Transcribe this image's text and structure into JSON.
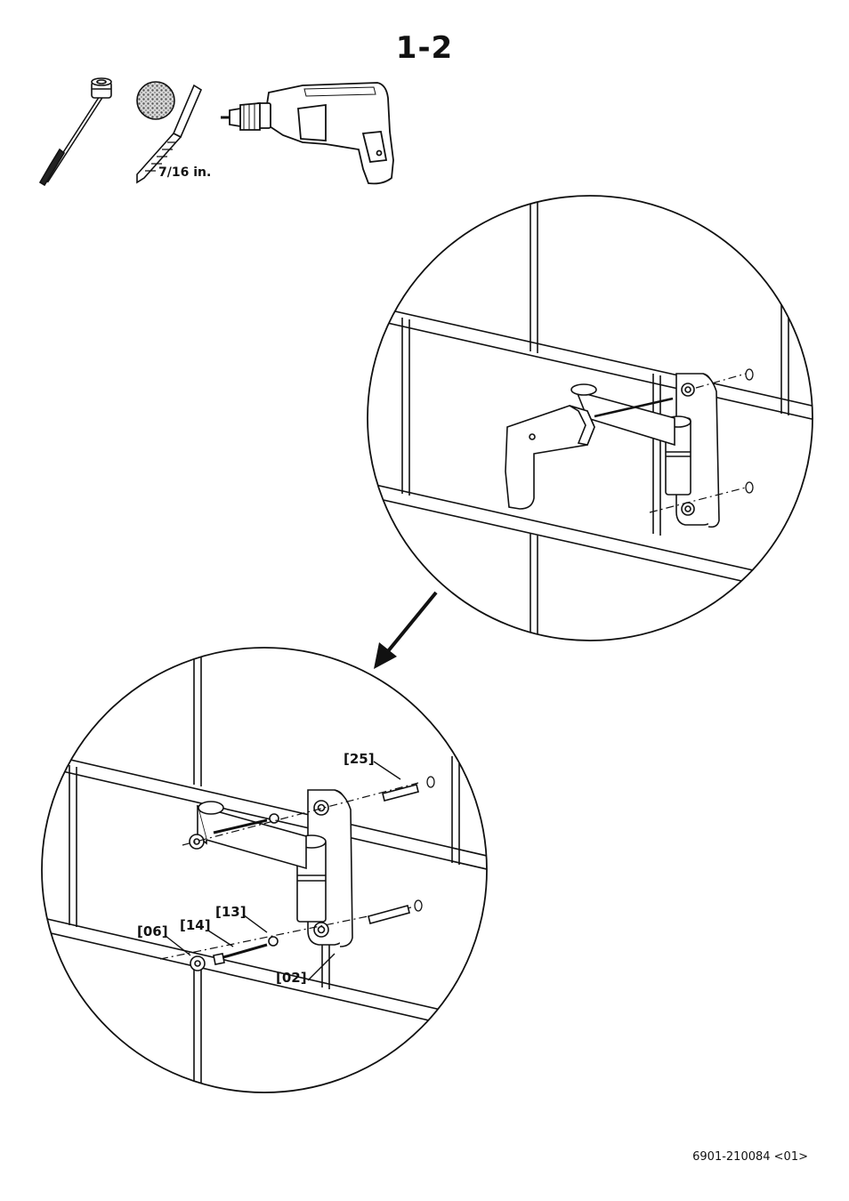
{
  "step": {
    "title": "1-2"
  },
  "tools": {
    "drill_bit_size": "7/16 in.",
    "items": [
      "socket-wrench-icon",
      "masonry-symbol-icon",
      "drill-bit-icon",
      "power-drill-icon"
    ]
  },
  "parts": {
    "p25": "[25]",
    "p13": "[13]",
    "p14": "[14]",
    "p06": "[06]",
    "p02": "[02]"
  },
  "footer": {
    "document_id": "6901-210084 <01>"
  }
}
